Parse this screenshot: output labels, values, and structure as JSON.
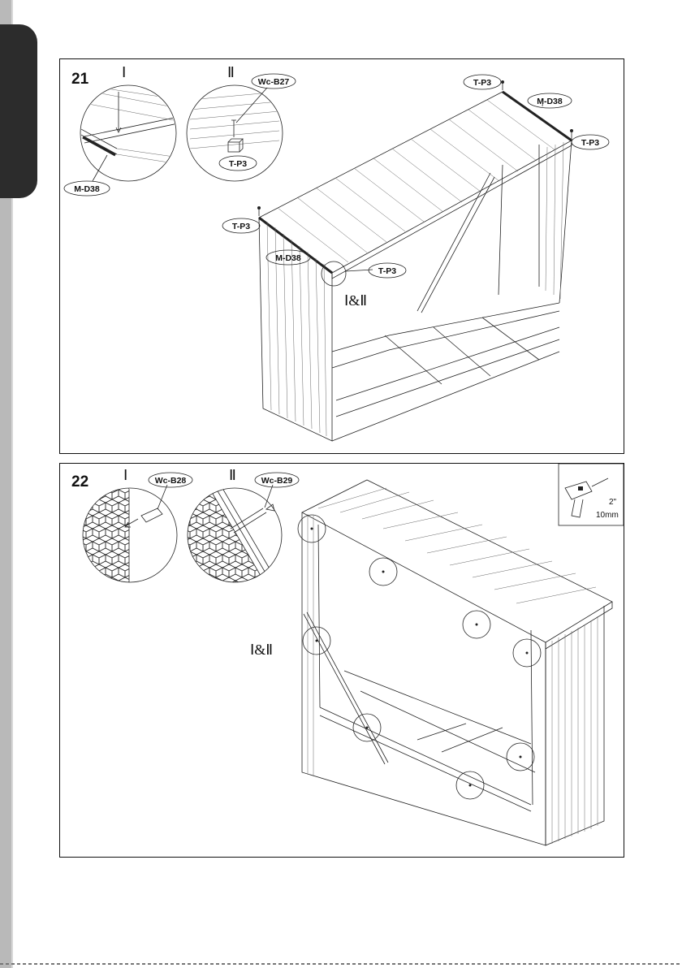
{
  "step21": {
    "number": "21",
    "detail_labels": [
      "Ⅰ",
      "Ⅱ"
    ],
    "combined_label": "Ⅰ&Ⅱ",
    "callouts": {
      "md38_detail": "M-D38",
      "wcb27": "Wc-B27",
      "tp3_detail": "T-P3",
      "tp3_top_left": "T-P3",
      "md38_top": "M-D38",
      "tp3_top_right": "T-P3",
      "tp3_front_left": "T-P3",
      "md38_front": "M-D38",
      "tp3_front_right": "T-P3"
    }
  },
  "step22": {
    "number": "22",
    "detail_labels": [
      "Ⅰ",
      "Ⅱ"
    ],
    "combined_label": "Ⅰ&Ⅱ",
    "callouts": {
      "wcb28": "Wc-B28",
      "wcb29": "Wc-B29"
    },
    "drill": {
      "icon": "drill-icon",
      "depth": "2\"",
      "bit": "10mm"
    }
  }
}
